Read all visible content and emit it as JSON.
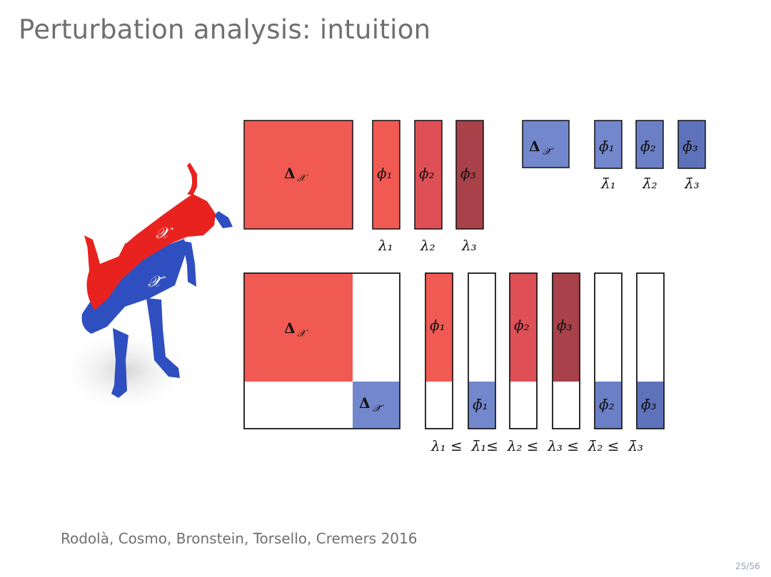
{
  "slide": {
    "title": "Perturbation analysis: intuition",
    "credits": "Rodolà, Cosmo, Bronstein, Torsello, Cremers 2016",
    "page_number": "25/56"
  },
  "figure": {
    "shape_labels": {
      "full": "𝒳",
      "partial": "𝒳̄"
    },
    "top_full": {
      "laplacian": "Δ",
      "laplacian_sub": "𝒳",
      "eigvecs": [
        "ϕ₁",
        "ϕ₂",
        "ϕ₃"
      ],
      "eigvals": [
        "λ₁",
        "λ₂",
        "λ₃"
      ]
    },
    "top_partial": {
      "laplacian": "Δ",
      "laplacian_sub": "𝒳̄",
      "eigvecs": [
        "ϕ̄₁",
        "ϕ̄₂",
        "ϕ̄₃"
      ],
      "eigvals": [
        "λ̄₁",
        "λ̄₂",
        "λ̄₃"
      ]
    },
    "bottom": {
      "laplacian_full": "Δ",
      "laplacian_full_sub": "𝒳",
      "laplacian_partial": "Δ",
      "laplacian_partial_sub": "𝒳̄",
      "vector_labels": [
        "ϕ₁",
        "ϕ̄₁",
        "ϕ₂",
        "ϕ₃",
        "ϕ̄₂",
        "ϕ̄₃"
      ],
      "ordering": "λ₁ ≤  λ̄₁≤  λ₂ ≤  λ₃ ≤  λ̄₂ ≤  λ̄₃"
    },
    "colors": {
      "red_1": "#f05a52",
      "red_2": "#de5056",
      "red_3": "#a84149",
      "blue_1": "#7287cc",
      "blue_2": "#6a7fc6",
      "blue_3": "#5e72bb",
      "dog_red": "#e8231f",
      "dog_blue": "#2f4fc0"
    }
  }
}
